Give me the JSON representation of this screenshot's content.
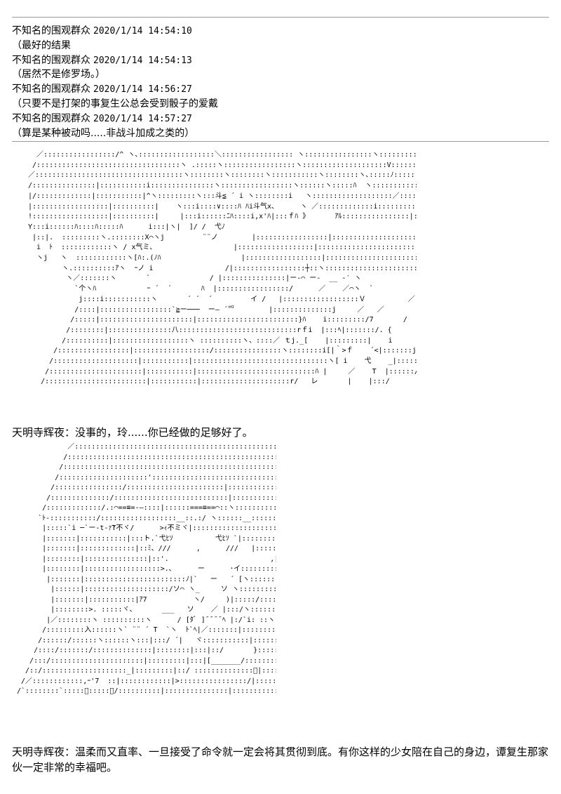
{
  "comments": [
    {
      "author": "不知名的围观群众",
      "time": "2020/1/14 14:54:10",
      "text": "（最好的结果"
    },
    {
      "author": "不知名的围观群众",
      "time": "2020/1/14 14:54:13",
      "text": "（居然不是修罗场。）"
    },
    {
      "author": "不知名的围观群众",
      "time": "2020/1/14 14:56:27",
      "text": "（只要不是打架的事复生公总会受到骰子的爱戴"
    },
    {
      "author": "不知名的围观群众",
      "time": "2020/1/14 14:57:27",
      "text": "（算是某种被动吗.....非战斗加成之类的）"
    }
  ],
  "art1": "   ／:::::::::::::::::/^ ヽ､::::::::::::::::::＼::::::::::::::::: ヽ::::::::::::::::ヽ::::::::::::::::ヽ.:`.ｰ､\n  /::::::::::::::::::::::::::::::::::ヽ .:::::ヽ:::::::::::::::::ヽ::::::::::::::::::::V:::::::::::::::::::ヽ:::::::::::::::::::::ヽ\n ／:::::::::::::::::::::::::::::::::::ヽ::::::::ヽ::::::::ヽ:::::::::::ヽ::::::::ヽ､:::::ﾉ:::::::::::::::::::::::ヽ:::::::::::::::ﾉ ヽ\n /:::::::::::::::|:::::::::::i:::::::::::::::ヽ:::::::::::::::::ヽ::::::ヽ:::::ﾊ  ヽ:::::::::::::::::::::::::::::::::/:::::::::::::::::::ﾉ ヽ\n |/:::::::::::::|:::::::::::|^ヽ:::::::::ヽ:::斗≦ ´ i ヽ::::::::i   ヽ:::::::::::::::::::／::::::::::::::::::::::::::::ﾉ ヽ\n |::::::::::::::::::|::::::::::|    ヽ:::i::::∨::::ﾊ ﾊi斗气x､      ヽ ／:::::::::::::i::::::::::::::::::::::::::::::::::::ﾍ\n !::::::::::::::::::|::::::::::|     |:::i::::::ﾆﾊ::::i,x'ﾊ|:::ｆﾊ 》      ｱﾙ::::::::::::::::|::::::::::::::::::::::::::::::::::::::::ﾍ\n Y:::i::::::ﾊ::::ﾊ:::::ﾊ      i:::|ヽ|  ]/ /  弋ﾉ \n  |::|.  :::::::::ヽ.::::::::X⌒ヽj         ¨¨ノ        |:::::::::::::::::|::::::::::::::::::::::::::::::::::::ﾍ\n   i  ﾄ  ::::::::::::ヽ / x气ミ､                   |::::::::::::::::::|:::::::::::::::::::::::::::::::::::::::ﾍ\n   ヽj   ヽ  ::::::::::::ヽ[ﾊ:.(ﾉﾊ                   |::::::::::::::::::|::::::::::::::::::::::::::::::::::::::::::ﾍ\n         ヽ.::::::::::ｱヽ  ｰノ i                 /|:::::::::::::::::┼::ヽ::::::::::::::::::::::::ム\n          ヽ／:::::::ヽ       `              / |:::::::::::::::|ー‐⌒ ー‐  __ ‐′ ヽ\n            `个ヽﾊ            ｰ ´  ´       ﾊ  |:::::::::::::::::/      ／    ／⌒ヽ  `\n             j::::i:::::::::::ヽ       ´ ´  ´         イ /   |::::::::::::::::::Ｖ          ／  ／    ヽ\n            /::::|:::::::::::::::::`≧ー───  ー― ´⺤        |::::::::::::::j     ／   ／        ﾊ\n           /:::::|::::::::::::::::::::::|::::::::::::::::::::::::}ﾊ    i:::::::::/7       /     /                 i\n          /::::::::|:::::::::::::::八::::::::::::::::::::::::::::rｆi  |:::ﾍ|:::::::/. {       /                     |\n         /::::::::::|::::::::::::::::::ヽ ::::::::::ヽ、::::／ ｔj._[    |:::::::::|    i                    |\n       /:::::::::::::::::|::::::::::::::::::/::::::::::::::::ヽ::::::::i[|｀>ｆ    ´<|:::::::j      j                    ii\n      /::::::::::::::::::::|:::::::::::|::::::::::::::::::::::::::::::::ヽ[ i    弋    _|::::::::i<ﾉ       |                    八\n     /::::::::::::::::::::::|:::::::::::|::::::::::::::::::::::::::::ﾊ |     ／    T  |::::::/                  j                      `\n    /::::::::::::::::::::::::|:::::::::::|:::::::::::::::::::::r/   レ       |    |:::/                  ll                      i",
  "dialogue1": "天明寺辉夜：没事的，玲......你已经做的足够好了。",
  "art2": "            ／:::::::::::::::::::::::::::::::::::::::::::::::::::::::::::::::::::::::::ヽ\n           /:::::::::::::::::::::::::::::::::::::::::::::::::::::::::::::::::::::::::::::::::::::ﾍ\n          /::::::::::::::::::::::::::::::::::::::::::::::::::::::::::::::::::::::::::::::::::::::::,\n         /:::::::::::::::::::::'::::::::::::::::::::::::::::::::::::::::::::::::::::::::::::::::::::::,\n        /::::::::::::::::/:::::::::::::::::::::::|:::::::::::::::::::::::::::::::::::::::::::::::::::,\n       /::::::::::::::/:::::::::::::::::::::::::::|:::::::::::::::::::::::::::::::::ヽ:::::::::::::::::::ヽ\n      /:::::::::::::/.:⌒==≡=-―::::|::::::===≡==⌒::ヽ:::::::::::::::::>\n     `ﾄ‐:::::::::::/::::::::::::::::::__::.:/ ヽ::::::__::::::::::::::::::::::>ﾄ｀｀|\n      |:::::`i ─`ー‐t-ｧ̀T不ヾ/      >ｨ不ミヾ|::::::::::::::::::::|\n      |:::::::|:::::::::::|:::ト.`弋ﾋｿ          弋ﾋｿ `|:::::::::::::::::::::|\n      |:::::::|:::::::::::::|::ﾐ、///      ,      ///   |:::::::::::::::::::::|\n      |::::::::|:::::::::::::::|::'.                        ,|::::::::::::::::::::::|\n      |::::::::|::::::::::::::::::>.､      ー      ･イ:::::::::::::::::::::::::|\n       |:::::::|::::::::::::::::::::::::ﾉ|`   ー   ´ [ヽ::::::::|:::::::::::::::::::::|\n        |::::::|::::::::::::::::::::/ソ⌒ ヽ_     ソ ヽ::::::::::::/::::::::::::::::|\n        |:::::::|:::::::::::|ｱ7           ヽ/     )|:::::/::::::::::::::::::::|\n        |::::::::>. :::::ヾ、      ___   ソ    ／ |:::/ヽ:::::::::::::::::::|\n       |／::::::::ヽ ::::::::::ヽ      / [ﾀﾞ ]¯¯¯¯ﾍ |:/`i: ::ヽ:::::::::::::::::|\n      /:::::::::入::::::ヽ` ¨¨ ´ T  `ヽ  ﾄ`ﾍ|／:::::::|:::::::::::::::::|\n     /::::::/::::::ヽ::::::ヽ:::|:::/ ´|   ヾ:::::::::::|::::::::::::::::::|\n    /::::/:::::::/::::::::::::::|::::::::|:::|::/       }::::::::::|:::::::::::::::::::::|\n   /:::/::::::::::::::::::::::|:::::::::|:::|[_______/:::::::::::::|:::::::::::::::::::::|\n  /::/::::::::::::::::::::_|:::::::::|::/ ::::::::::::::ﾞ|:::::::::::|::::::::::::::::::::::|\n /／::::::::::::,ｰ'7  ::|::::::::::::|>::::::::::::::::/|:::::::::::::|:::::::::::::::::::::::|\n/`::::::::`:::::ﾞ:::::ﾞ/::::::::::|:::::::::::::::|::::::::::::::::::/:|::::::::::::::|:::::::::::::::::::::::|",
  "dialogue2": "天明寺辉夜：温柔而又直率、一旦接受了命令就一定会将其贯彻到底。有你这样的少女陪在自己的身边，谭复生那家伙一定非常的幸福吧。"
}
